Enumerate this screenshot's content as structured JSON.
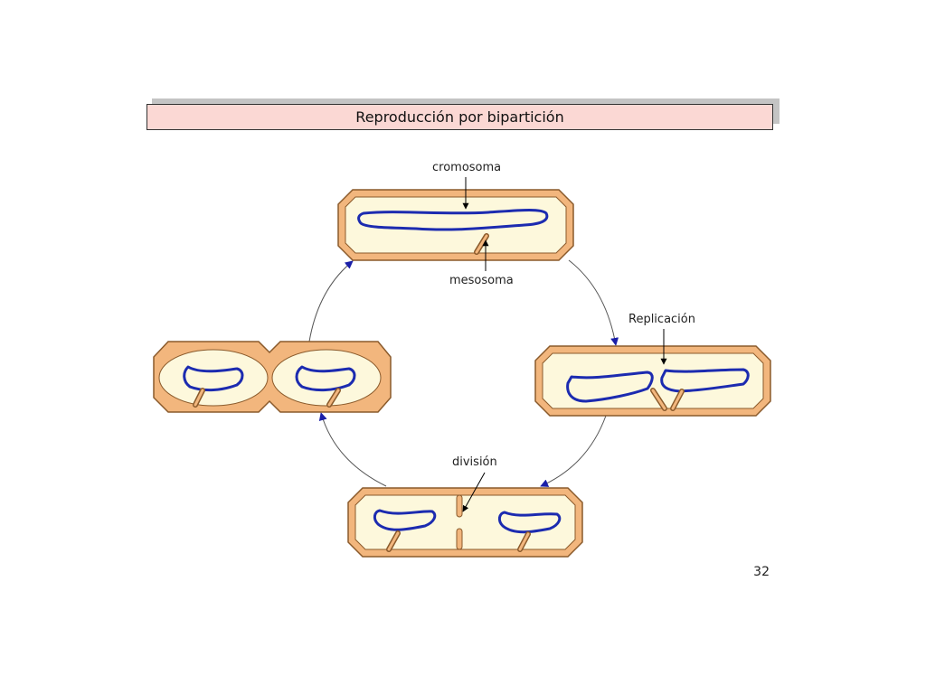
{
  "title": "Reproducción por bipartición",
  "labels": {
    "chromosome": "cromosoma",
    "mesosome": "mesosoma",
    "replication": "Replicación",
    "division": "división"
  },
  "page_number": "32",
  "colors": {
    "cell_wall": "#f2b67d",
    "cell_wall_stroke": "#8a5a2b",
    "cytoplasm": "#fdf8dc",
    "chromosome": "#1c2bb0",
    "arrow_head": "#1a1fa8",
    "cycle_line": "#555555",
    "title_bg": "#fbd8d4"
  }
}
